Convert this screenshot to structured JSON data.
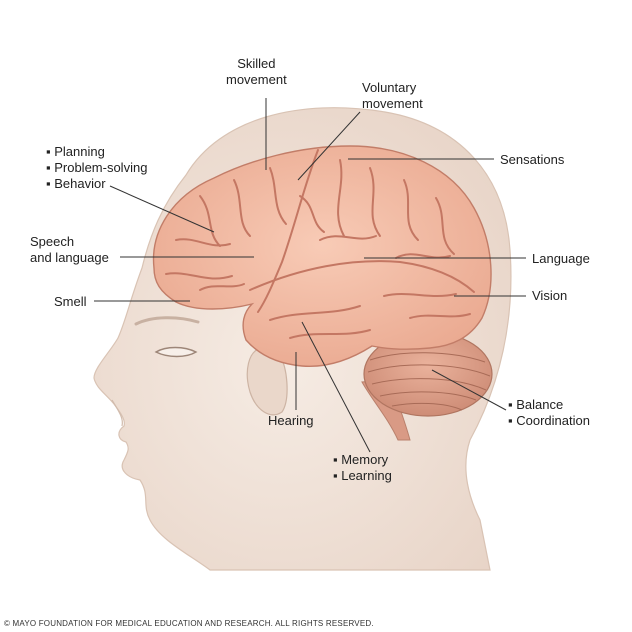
{
  "labels": {
    "skilled_movement": [
      "Skilled",
      "movement"
    ],
    "voluntary_movement": [
      "Voluntary",
      "movement"
    ],
    "frontal_functions": [
      "▪ Planning",
      "▪ Problem-solving",
      "▪ Behavior"
    ],
    "sensations": "Sensations",
    "speech": [
      "Speech",
      "and language"
    ],
    "language": "Language",
    "smell": "Smell",
    "vision": "Vision",
    "hearing": "Hearing",
    "cerebellum_functions": [
      "▪ Balance",
      "▪ Coordination"
    ],
    "memory_functions": [
      "▪ Memory",
      "▪ Learning"
    ]
  },
  "copyright": "© MAYO FOUNDATION FOR MEDICAL EDUCATION AND RESEARCH. ALL RIGHTS RESERVED.",
  "colors": {
    "skin": "#f1e3d8",
    "brain": "#f2b8a0",
    "sulcus": "#c97a66",
    "cerebellum": "#dea08a",
    "leader": "#333333"
  }
}
